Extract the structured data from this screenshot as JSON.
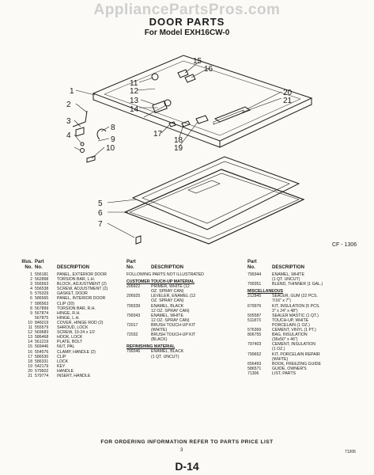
{
  "watermark": "AppliancePartsPros.com",
  "title": "DOOR PARTS",
  "subtitle": "For Model EXH16CW-0",
  "figure_code": "CF - 1306",
  "callouts": [
    "1",
    "2",
    "3",
    "4",
    "5",
    "6",
    "7",
    "8",
    "9",
    "10",
    "11",
    "12",
    "13",
    "14",
    "15",
    "16",
    "17",
    "18",
    "19",
    "20",
    "21"
  ],
  "left_headers": {
    "l1a": "Illus.",
    "l1b": "Part",
    "l2a": "No.",
    "l2b": "No.",
    "desc": "DESCRIPTION"
  },
  "left_rows": [
    {
      "n": "1",
      "p": "556181",
      "d": "PANEL, EXTERIOR DOOR"
    },
    {
      "n": "2",
      "p": "562898",
      "d": "TORSION BAR, L.H."
    },
    {
      "n": "3",
      "p": "556563",
      "d": "BLOCK, ADJUSTMENT (2)"
    },
    {
      "n": "4",
      "p": "556538",
      "d": "SCREW, ADJUSTMENT (2)"
    },
    {
      "n": "5",
      "p": "576329",
      "d": "GASKET, DOOR"
    },
    {
      "n": "6",
      "p": "586565",
      "d": "PANEL, INTERIOR DOOR"
    },
    {
      "n": "7",
      "p": "586563",
      "d": "CLIP (20)"
    },
    {
      "n": "8",
      "p": "567899",
      "d": "TORSION BAR, R.H."
    },
    {
      "n": "9",
      "p": "567874",
      "d": "HINGE, R.H."
    },
    {
      "n": "",
      "p": "567875",
      "d": "HINGE, L.H."
    },
    {
      "n": "10",
      "p": "846019",
      "d": "COVER, HINGE ROD (2)"
    },
    {
      "n": "11",
      "p": "555579",
      "d": "SHROUD, LOCK"
    },
    {
      "n": "12",
      "p": "569683",
      "d": "SCREW, 10-24 x 1/2"
    },
    {
      "n": "13",
      "p": "586468",
      "d": "HOOK, LOCK"
    },
    {
      "n": "14",
      "p": "561219",
      "d": "PLATE, BOLT"
    },
    {
      "n": "15",
      "p": "569446",
      "d": "NUT, PAL"
    },
    {
      "n": "16",
      "p": "554576",
      "d": "CLAMP, HANDLE (2)"
    },
    {
      "n": "17",
      "p": "586530",
      "d": "CLIP"
    },
    {
      "n": "18",
      "p": "586331",
      "d": "LOCK"
    },
    {
      "n": "19",
      "p": "542179",
      "d": "KEY"
    },
    {
      "n": "20",
      "p": "579602",
      "d": "HANDLE"
    },
    {
      "n": "21",
      "p": "579774",
      "d": "INSERT, HANDLE"
    }
  ],
  "mid_headers": {
    "part": "Part",
    "no": "No.",
    "desc": "DESCRIPTION"
  },
  "mid_note": "FOLLOWING PARTS NOT ILLUSTRATED",
  "mid_sec1": "CUSTOMER TOUCH-UP MATERIAL",
  "mid_rows1": [
    {
      "p": "206922",
      "d": "PRIMER, WHITE (12"
    },
    {
      "p": "",
      "d": "OZ. SPRAY CAN)"
    },
    {
      "p": "206925",
      "d": "LEVELER, ENAMEL (12"
    },
    {
      "p": "",
      "d": "OZ. SPRAY CAN)"
    },
    {
      "p": "799339",
      "d": "ENAMEL, BLACK"
    },
    {
      "p": "",
      "d": "12 OZ. SPRAY CAN)"
    },
    {
      "p": "799343",
      "d": "ENAMEL, WHITE"
    },
    {
      "p": "",
      "d": "12 OZ. SPRAY CAN)"
    },
    {
      "p": "72017",
      "d": "BRUSH TOUCH-UP KIT"
    },
    {
      "p": "",
      "d": "(WHITE)"
    },
    {
      "p": "72032",
      "d": "BRUSH TOUCH-UP KIT"
    },
    {
      "p": "",
      "d": "(BLACK)"
    }
  ],
  "mid_sec2": "REFINISHING MATERIAL",
  "mid_rows2": [
    {
      "p": "799346",
      "d": "ENAMEL, BLACK"
    },
    {
      "p": "",
      "d": "(1 QT. UNCUT)"
    }
  ],
  "right_headers": {
    "part": "Part",
    "no": "No.",
    "desc": "DESCRIPTION"
  },
  "right_rows1": [
    {
      "p": "799344",
      "d": "ENAMEL, WHITE"
    },
    {
      "p": "",
      "d": "(1 QT. UNCUT)"
    },
    {
      "p": "799351",
      "d": "BLEND, THINNER (1 GAL.)"
    }
  ],
  "right_sec": "MISCELLANEOUS",
  "right_rows2": [
    {
      "p": "212845",
      "d": "SEALER, GUM (22 PCS."
    },
    {
      "p": "",
      "d": "7/16\" x 7\")"
    },
    {
      "p": "679976",
      "d": "KIT, INSULATION (5 PCS."
    },
    {
      "p": "",
      "d": "3\" x 24\" x 48\")"
    },
    {
      "p": "505587",
      "d": "SEALER MASTIC (1 QT.)"
    },
    {
      "p": "511873",
      "d": "TOUCH-UP, WHITE"
    },
    {
      "p": "",
      "d": "PORCELAIN (1 OZ.)"
    },
    {
      "p": "576369",
      "d": "CEMENT, VINYL (1 PT.)"
    },
    {
      "p": "806755",
      "d": "BAG, INSULATION"
    },
    {
      "p": "",
      "d": "(36x50\" x 46\")"
    },
    {
      "p": "797403",
      "d": "CEMENT, INSULATION"
    },
    {
      "p": "",
      "d": "(1 OZ.)"
    },
    {
      "p": "799652",
      "d": "KIT, PORCELAIN REPAIR"
    },
    {
      "p": "",
      "d": "(WHITE)"
    },
    {
      "p": "656493",
      "d": "BOOK, FREEZING GUIDE"
    },
    {
      "p": "586571",
      "d": "GUIDE, OWNER'S"
    },
    {
      "p": "71306",
      "d": "LIST, PARTS"
    }
  ],
  "footer_note": "FOR ORDERING INFORMATION REFER TO PARTS PRICE LIST",
  "page_small": "3",
  "page_code": "71306",
  "page_number": "D-14"
}
